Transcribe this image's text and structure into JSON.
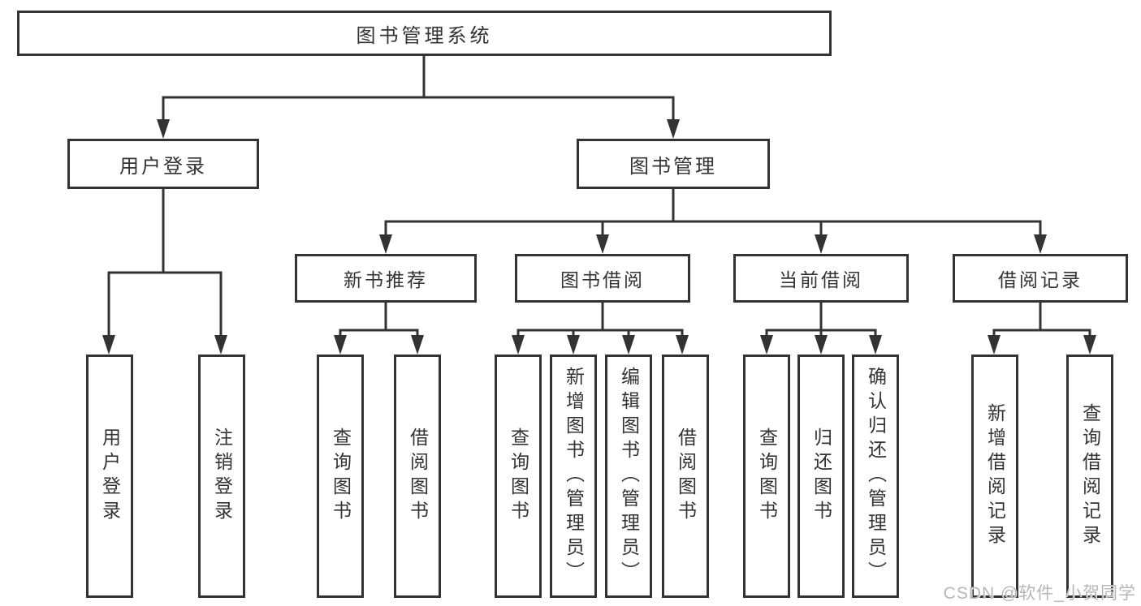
{
  "diagram": {
    "root": {
      "label": "图书管理系统"
    },
    "branches": [
      {
        "label": "用户登录",
        "leaves": [
          "用户登录",
          "注销登录"
        ]
      },
      {
        "label": "图书管理",
        "children": [
          {
            "label": "新书推荐",
            "leaves": [
              "查询图书",
              "借阅图书"
            ]
          },
          {
            "label": "图书借阅",
            "leaves": [
              "查询图书",
              "新增图书（管理员）",
              "编辑图书（管理员）",
              "借阅图书"
            ]
          },
          {
            "label": "当前借阅",
            "leaves": [
              "查询图书",
              "归还图书",
              "确认归还（管理员）"
            ]
          },
          {
            "label": "借阅记录",
            "leaves": [
              "新增借阅记录",
              "查询借阅记录"
            ]
          }
        ]
      }
    ],
    "watermark": "CSDN @软件_小贺同学",
    "colors": {
      "line": "#333333",
      "box_border": "#333333",
      "text": "#333333",
      "background": "#ffffff",
      "watermark_text": "#b7b7b7"
    }
  }
}
